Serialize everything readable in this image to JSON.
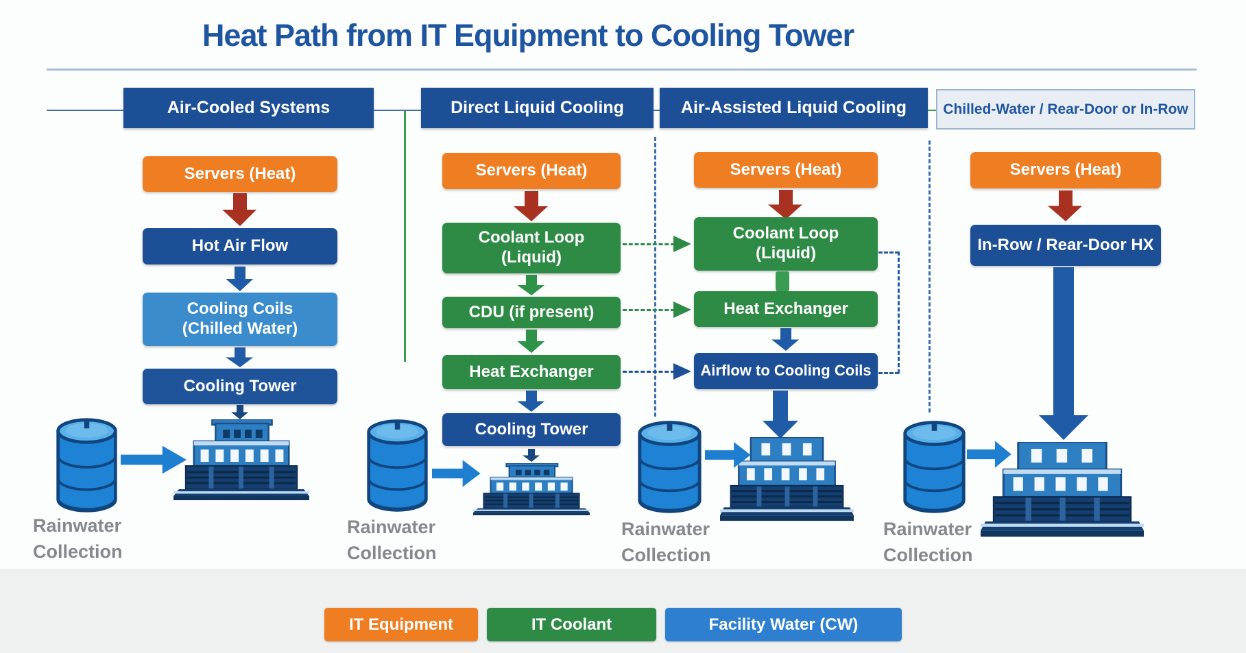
{
  "title": "Heat Path from IT Equipment to Cooling Tower",
  "palette": {
    "it_equipment_orange": "#ef7d22",
    "it_coolant_green": "#2e8b45",
    "facility_water_blue": "#2e7fd0",
    "flow_dark_blue": "#1d4f96",
    "cooling_coils_light_blue": "#3a8ccc",
    "heat_arrow_red": "#a93121",
    "title_blue": "#1e55a0"
  },
  "columns": [
    {
      "header": "Air-Cooled Systems",
      "boxes": {
        "servers": "Servers (Heat)",
        "hot_air": "Hot Air Flow",
        "coils": "Cooling Coils\n(Chilled Water)",
        "tower": "Cooling Tower"
      },
      "rainwater": "Rainwater\nCollection"
    },
    {
      "header": "Direct Liquid Cooling",
      "boxes": {
        "servers": "Servers (Heat)",
        "coolant": "Coolant Loop\n(Liquid)",
        "cdu": "CDU (if present)",
        "hx": "Heat Exchanger",
        "tower": "Cooling Tower"
      },
      "rainwater": "Rainwater\nCollection"
    },
    {
      "header": "Air-Assisted Liquid Cooling",
      "boxes": {
        "servers": "Servers (Heat)",
        "coolant": "Coolant Loop\n(Liquid)",
        "hx": "Heat Exchanger",
        "airflow": "Airflow to Cooling Coils"
      },
      "rainwater": "Rainwater\nCollection"
    },
    {
      "header": "Chilled-Water / Rear-Door or In-Row",
      "boxes": {
        "servers": "Servers (Heat)",
        "inrow": "In-Row / Rear-Door HX"
      },
      "rainwater": "Rainwater\nCollection"
    }
  ],
  "legend": {
    "items": [
      {
        "label": "IT Equipment",
        "color": "#ef7d22"
      },
      {
        "label": "IT Coolant",
        "color": "#2e8b45"
      },
      {
        "label": "Facility Water (CW)",
        "color": "#2e7fd0"
      }
    ]
  }
}
